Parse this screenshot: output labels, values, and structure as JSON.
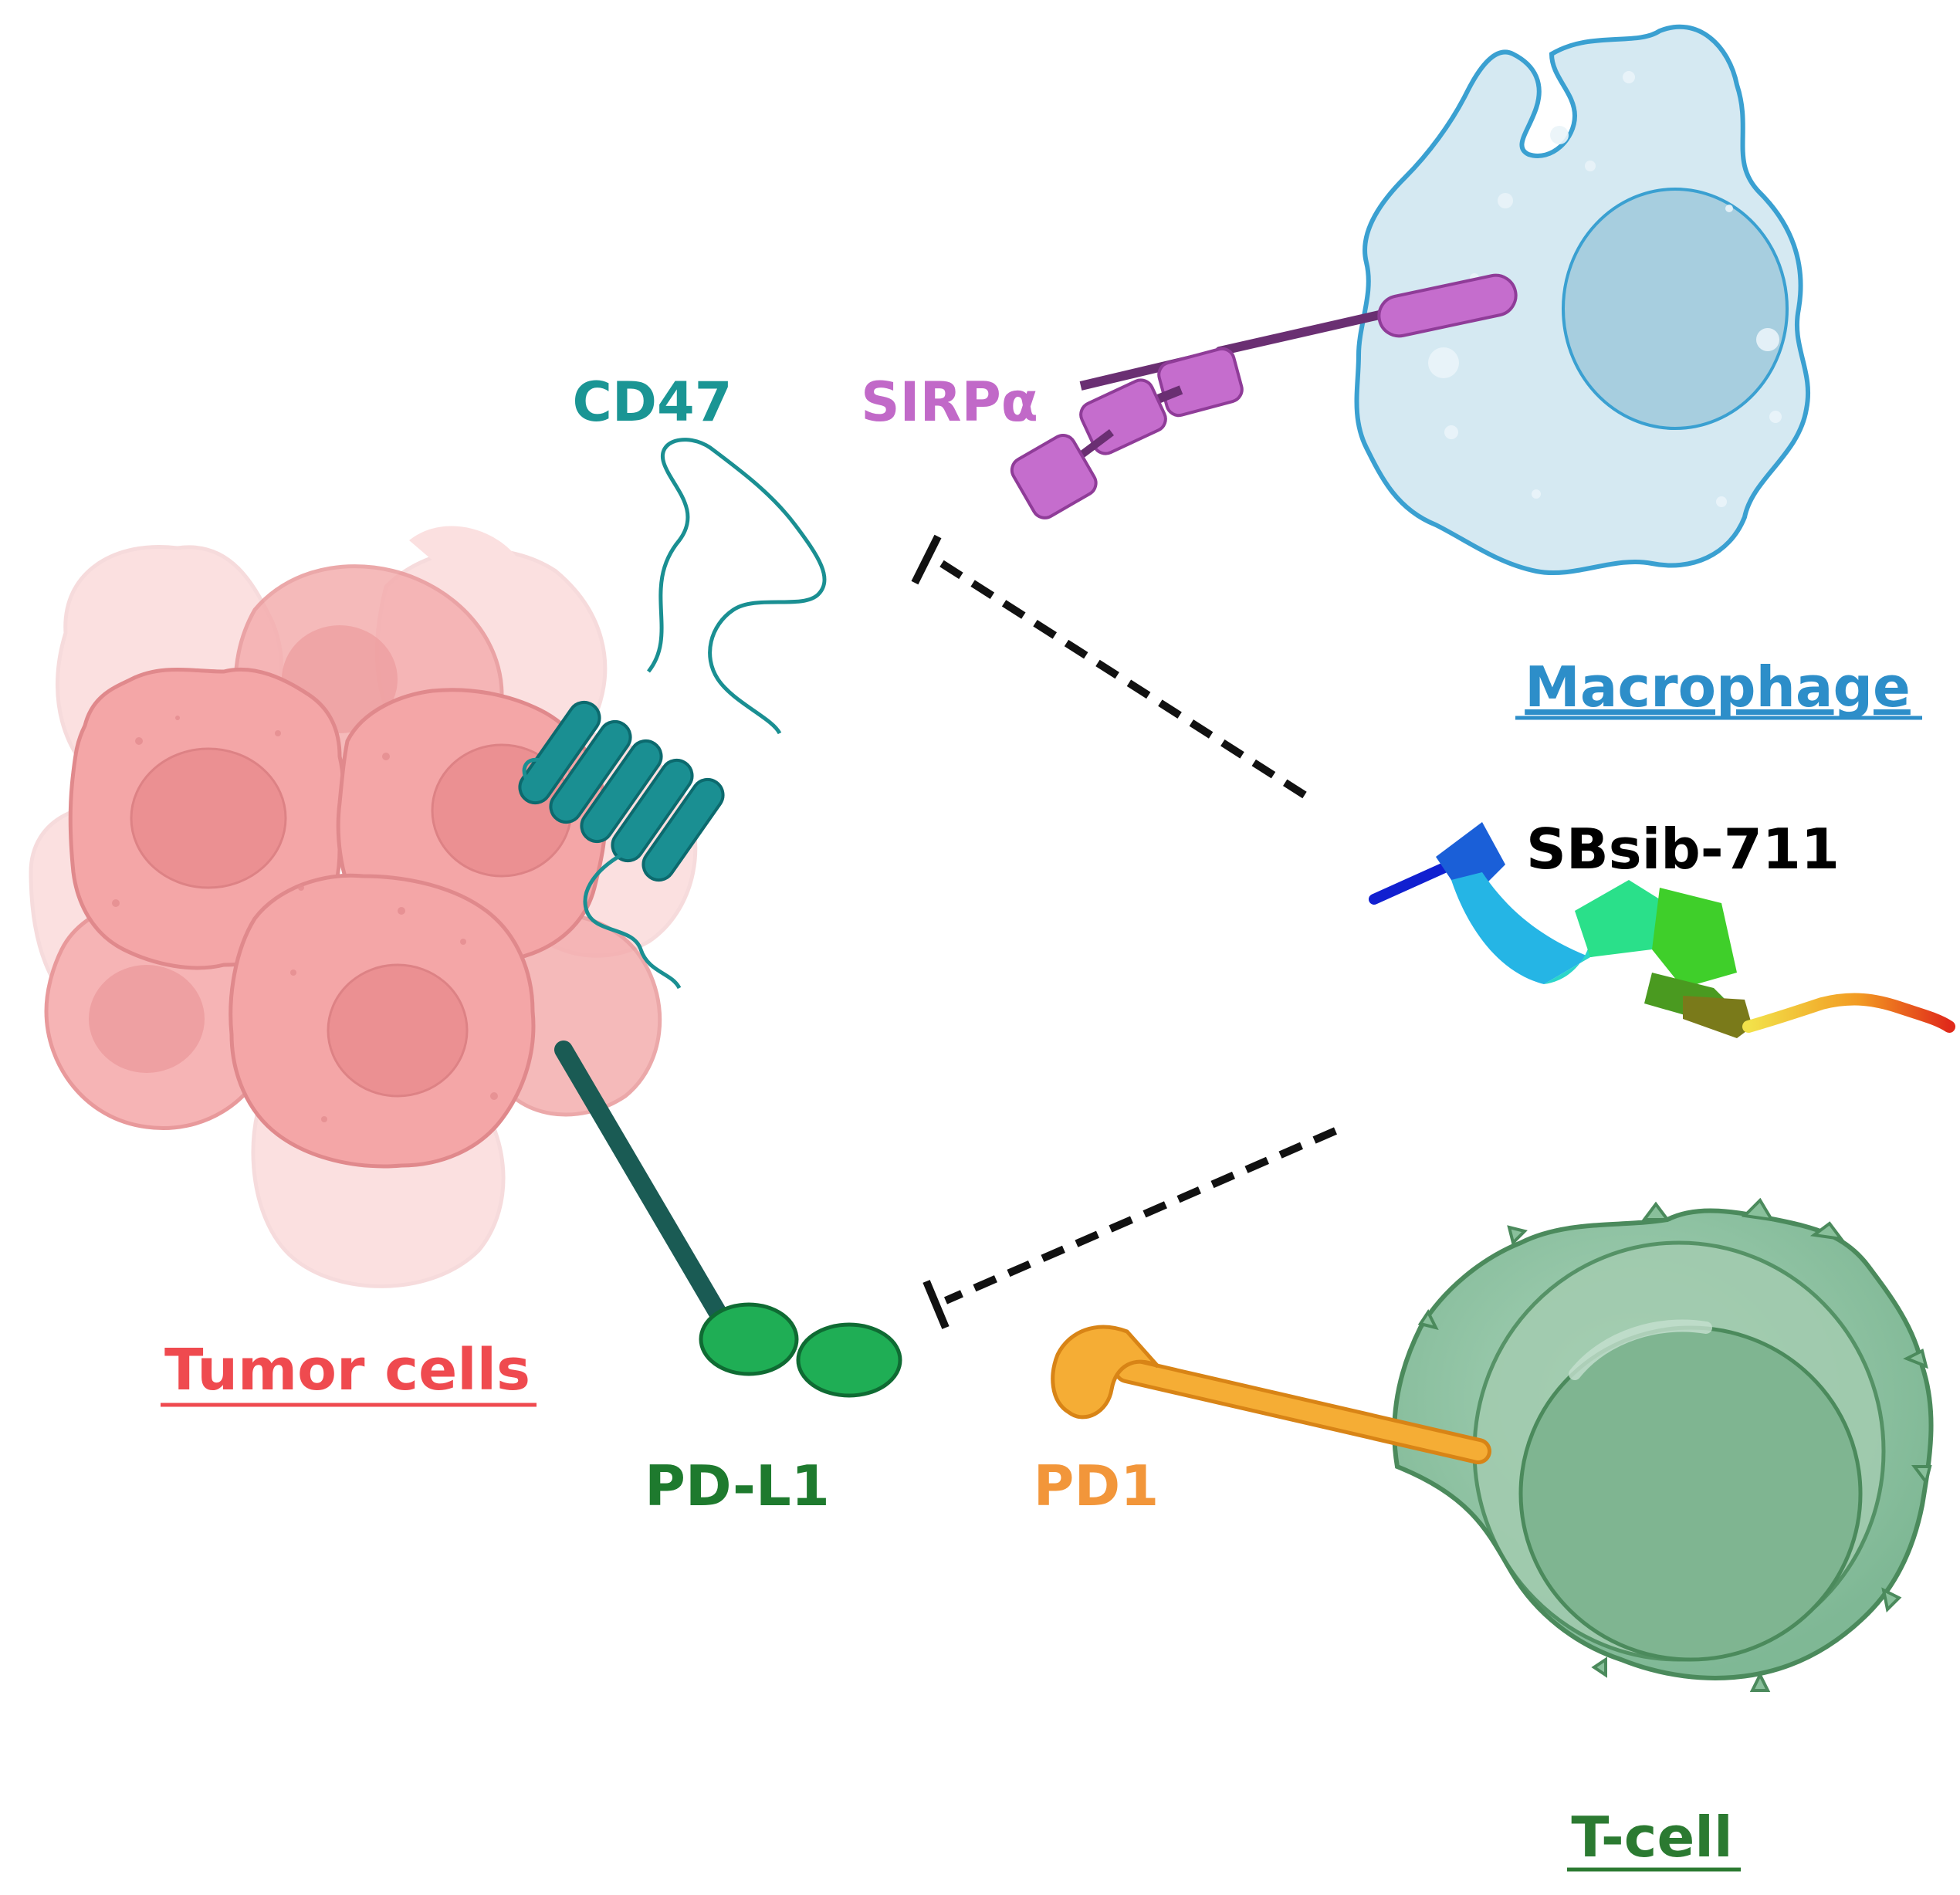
{
  "labels": {
    "cd47": "CD47",
    "sirpa": "SIRPα",
    "macrophage": "Macrophage",
    "sbsib": "SBsib-711",
    "tumor": "Tumor cells",
    "pdl1": "PD-L1",
    "pd1": "PD1",
    "tcell": "T-cell"
  },
  "colors": {
    "cd47": "#1a9594",
    "sirpa": "#c169c8",
    "macrophage": "#2d8ec9",
    "sbsib": "#000000",
    "tumor": "#ef4a4f",
    "pdl1": "#1e7a2e",
    "pd1": "#f2963a",
    "tcell": "#2b7a31"
  },
  "icons": [
    "tumor-cells-illustration",
    "macrophage-illustration",
    "t-cell-illustration",
    "cd47-receptor-icon",
    "sirpa-receptor-icon",
    "pdl1-ligand-icon",
    "pd1-receptor-icon",
    "sbsib-711-peptide-ribbon-icon"
  ]
}
